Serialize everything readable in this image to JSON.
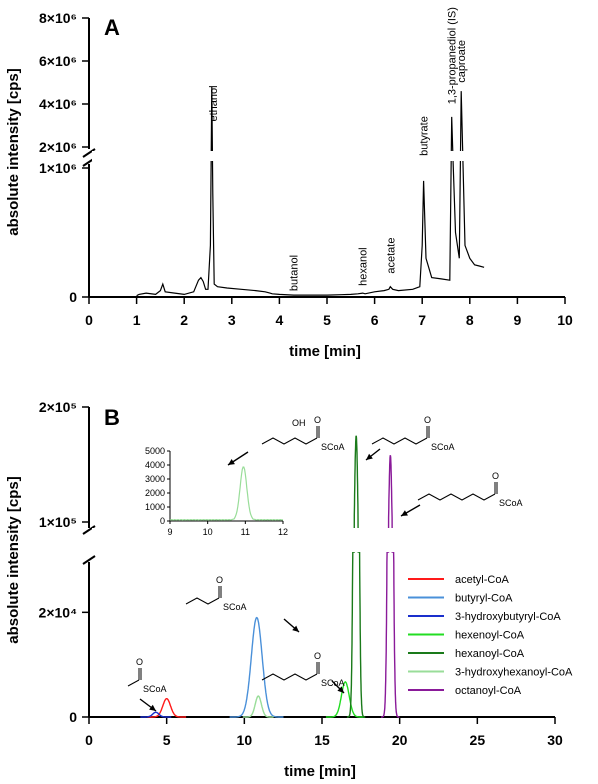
{
  "chart_data": [
    {
      "panel": "A",
      "type": "line",
      "xlabel": "time [min]",
      "ylabel": "absolute intensity [cps]",
      "xlim": [
        0,
        10
      ],
      "x_ticks": [
        "0",
        "1",
        "2",
        "3",
        "4",
        "5",
        "6",
        "7",
        "8",
        "9",
        "10"
      ],
      "y_ticks_lower": [
        "0",
        "1×10⁶"
      ],
      "y_ticks_upper": [
        "2×10⁶",
        "4×10⁶",
        "6×10⁶",
        "8×10⁶"
      ],
      "y_break": true,
      "ylim_lower": [
        0,
        1000000
      ],
      "ylim_upper": [
        2000000,
        8000000
      ],
      "series": [
        {
          "color": "#000000",
          "x": [
            1.0,
            1.05,
            1.2,
            1.4,
            1.5,
            1.55,
            1.6,
            1.8,
            2.0,
            2.2,
            2.3,
            2.35,
            2.4,
            2.45,
            2.5,
            2.55,
            2.58,
            2.6,
            2.63,
            2.7,
            2.9,
            3.2,
            3.5,
            3.7,
            3.8,
            3.85,
            4.0,
            4.3,
            4.6,
            5.0,
            5.3,
            5.5,
            5.65,
            5.75,
            5.8,
            6.0,
            6.2,
            6.3,
            6.33,
            6.38,
            6.5,
            6.8,
            6.95,
            7.0,
            7.03,
            7.08,
            7.2,
            7.4,
            7.58,
            7.62,
            7.65,
            7.7,
            7.78,
            7.82,
            7.86,
            7.9,
            8.0,
            8.1,
            8.2,
            8.3
          ],
          "y": [
            10000,
            20000,
            30000,
            20000,
            50000,
            100000,
            40000,
            30000,
            20000,
            40000,
            130000,
            150000,
            120000,
            60000,
            60000,
            400000,
            4800000,
            800000,
            100000,
            80000,
            70000,
            60000,
            50000,
            40000,
            30000,
            25000,
            20000,
            15000,
            15000,
            15000,
            18000,
            20000,
            25000,
            30000,
            25000,
            40000,
            50000,
            60000,
            80000,
            60000,
            50000,
            60000,
            80000,
            400000,
            900000,
            300000,
            150000,
            140000,
            130000,
            3400000,
            1100000,
            500000,
            300000,
            4600000,
            1000000,
            400000,
            300000,
            250000,
            240000,
            230000
          ]
        }
      ],
      "annotations": [
        "ethanol",
        "butanol",
        "hexanol",
        "acetate",
        "butyrate",
        "1,3-propanediol (IS)",
        "caproate"
      ],
      "panel_label": "A"
    },
    {
      "panel": "B",
      "type": "line",
      "xlabel": "time [min]",
      "ylabel": "absolute intensity [cps]",
      "xlim": [
        0,
        30
      ],
      "x_ticks": [
        "0",
        "5",
        "10",
        "15",
        "20",
        "25",
        "30"
      ],
      "y_ticks_lower": [
        "0",
        "2×10⁴"
      ],
      "y_ticks_upper": [
        "1×10⁵",
        "2×10⁵"
      ],
      "y_break": true,
      "ylim_lower": [
        0,
        30000
      ],
      "ylim_upper": [
        100000,
        200000
      ],
      "series": [
        {
          "name": "acetyl-CoA",
          "color": "#ff1a1a",
          "peak_x": 5.0,
          "peak_y": 3500,
          "width": 0.25
        },
        {
          "name": "butyryl-CoA",
          "color": "#4a90d9",
          "peak_x": 10.8,
          "peak_y": 19000,
          "width": 0.35
        },
        {
          "name": "3-hydroxybutyryl-CoA",
          "color": "#1a2fcc",
          "peak_x": 4.3,
          "peak_y": 900,
          "width": 0.2
        },
        {
          "name": "hexenoyl-CoA",
          "color": "#22dd22",
          "peak_x": 16.5,
          "peak_y": 6700,
          "width": 0.25
        },
        {
          "name": "hexanoyl-CoA",
          "color": "#1a7a1a",
          "peak_x": 17.2,
          "peak_y": 175000,
          "width": 0.12
        },
        {
          "name": "3-hydroxyhexanoyl-CoA",
          "color": "#99dd99",
          "peak_x": 10.9,
          "peak_y": 4000,
          "width": 0.2
        },
        {
          "name": "octanoyl-CoA",
          "color": "#8a1a99",
          "peak_x": 19.4,
          "peak_y": 158000,
          "width": 0.12
        }
      ],
      "inset": {
        "xlim": [
          9,
          12
        ],
        "ylim": [
          0,
          5000
        ],
        "x_ticks": [
          "9",
          "10",
          "11",
          "12"
        ],
        "y_ticks": [
          "0",
          "1000",
          "2000",
          "3000",
          "4000",
          "5000"
        ],
        "series_color": "#99dd99",
        "peak_x": 10.95,
        "peak_y": 3800
      },
      "structure_labels": [
        "SCoA",
        "OH",
        "O"
      ],
      "panel_label": "B"
    }
  ]
}
